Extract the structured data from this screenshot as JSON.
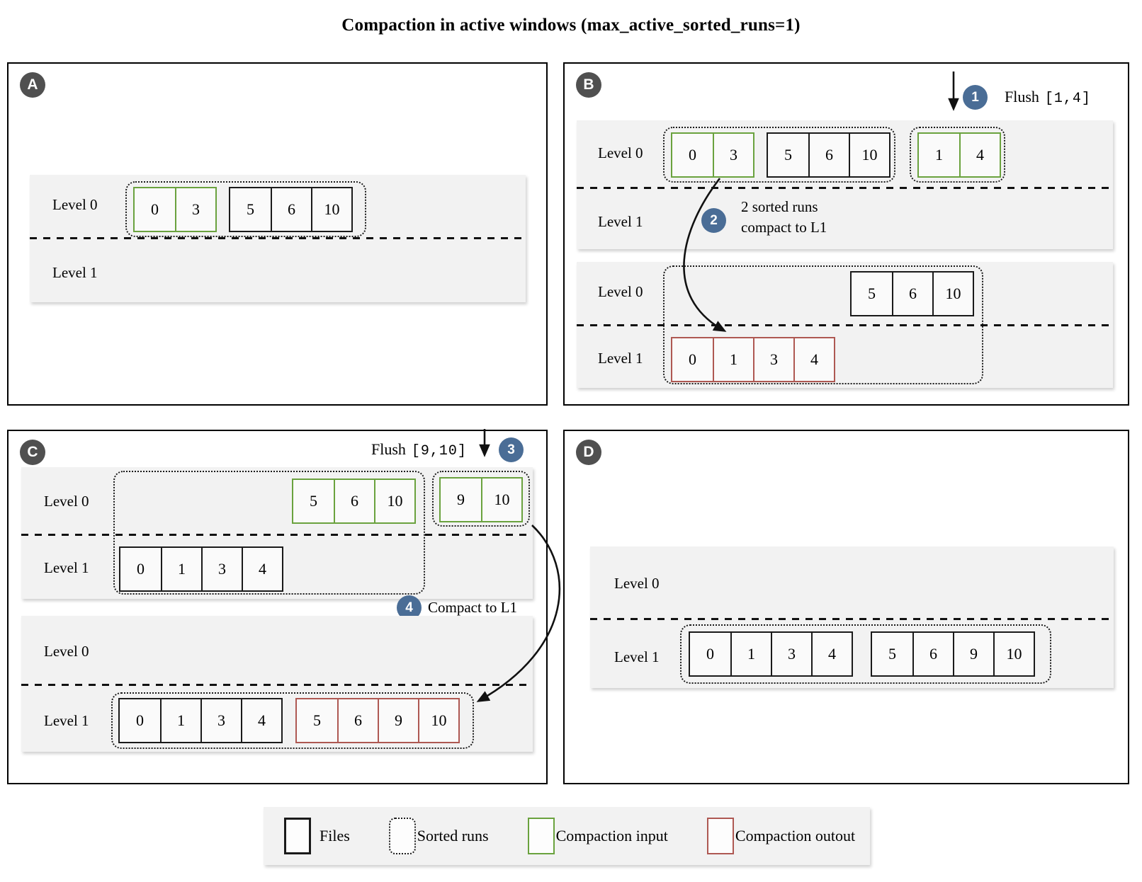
{
  "title": "Compaction in active windows (max_active_sorted_runs=1)",
  "colors": {
    "files": "#1a1a1a",
    "sorted_run": "#1b1b1b",
    "compaction_input": "#6aa23e",
    "compaction_output": "#ae5852",
    "step_circle": "#4a6d96",
    "badge": "#505050",
    "band_bg": "#f2f2f2"
  },
  "panels": {
    "A": {
      "badge": "A",
      "band": {
        "level0": "Level 0",
        "level1": "Level 1"
      },
      "run1": {
        "green": [
          "0",
          "3"
        ],
        "black": [
          "5",
          "6",
          "10"
        ]
      }
    },
    "B": {
      "badge": "B",
      "step1": {
        "num": "1",
        "label": "Flush",
        "code": "[1,4]"
      },
      "band1": {
        "level0": "Level 0",
        "level1": "Level 1",
        "run1": {
          "green": [
            "0",
            "3"
          ],
          "black": [
            "5",
            "6",
            "10"
          ]
        },
        "run2": {
          "green": [
            "1",
            "4"
          ]
        },
        "note": {
          "num": "2",
          "line1": "2 sorted runs",
          "line2": "compact to L1"
        }
      },
      "band2": {
        "level0": "Level 0",
        "level1": "Level 1",
        "files": [
          "5",
          "6",
          "10"
        ],
        "output": [
          "0",
          "1",
          "3",
          "4"
        ]
      }
    },
    "C": {
      "badge": "C",
      "step3": {
        "num": "3",
        "label": "Flush",
        "code": "[9,10]"
      },
      "band1": {
        "level0": "Level 0",
        "level1": "Level 1",
        "input1": [
          "5",
          "6",
          "10"
        ],
        "input2": [
          "9",
          "10"
        ],
        "files": [
          "0",
          "1",
          "3",
          "4"
        ]
      },
      "step4": {
        "num": "4",
        "label": "Compact to L1"
      },
      "band2": {
        "level0": "Level 0",
        "level1": "Level 1",
        "files": [
          "0",
          "1",
          "3",
          "4"
        ],
        "output": [
          "5",
          "6",
          "9",
          "10"
        ]
      }
    },
    "D": {
      "badge": "D",
      "band": {
        "level0": "Level 0",
        "level1": "Level 1",
        "files1": [
          "0",
          "1",
          "3",
          "4"
        ],
        "files2": [
          "5",
          "6",
          "9",
          "10"
        ]
      }
    }
  },
  "legend": {
    "files": "Files",
    "sorted_runs": "Sorted runs",
    "compaction_input": "Compaction input",
    "compaction_output": "Compaction outout"
  }
}
